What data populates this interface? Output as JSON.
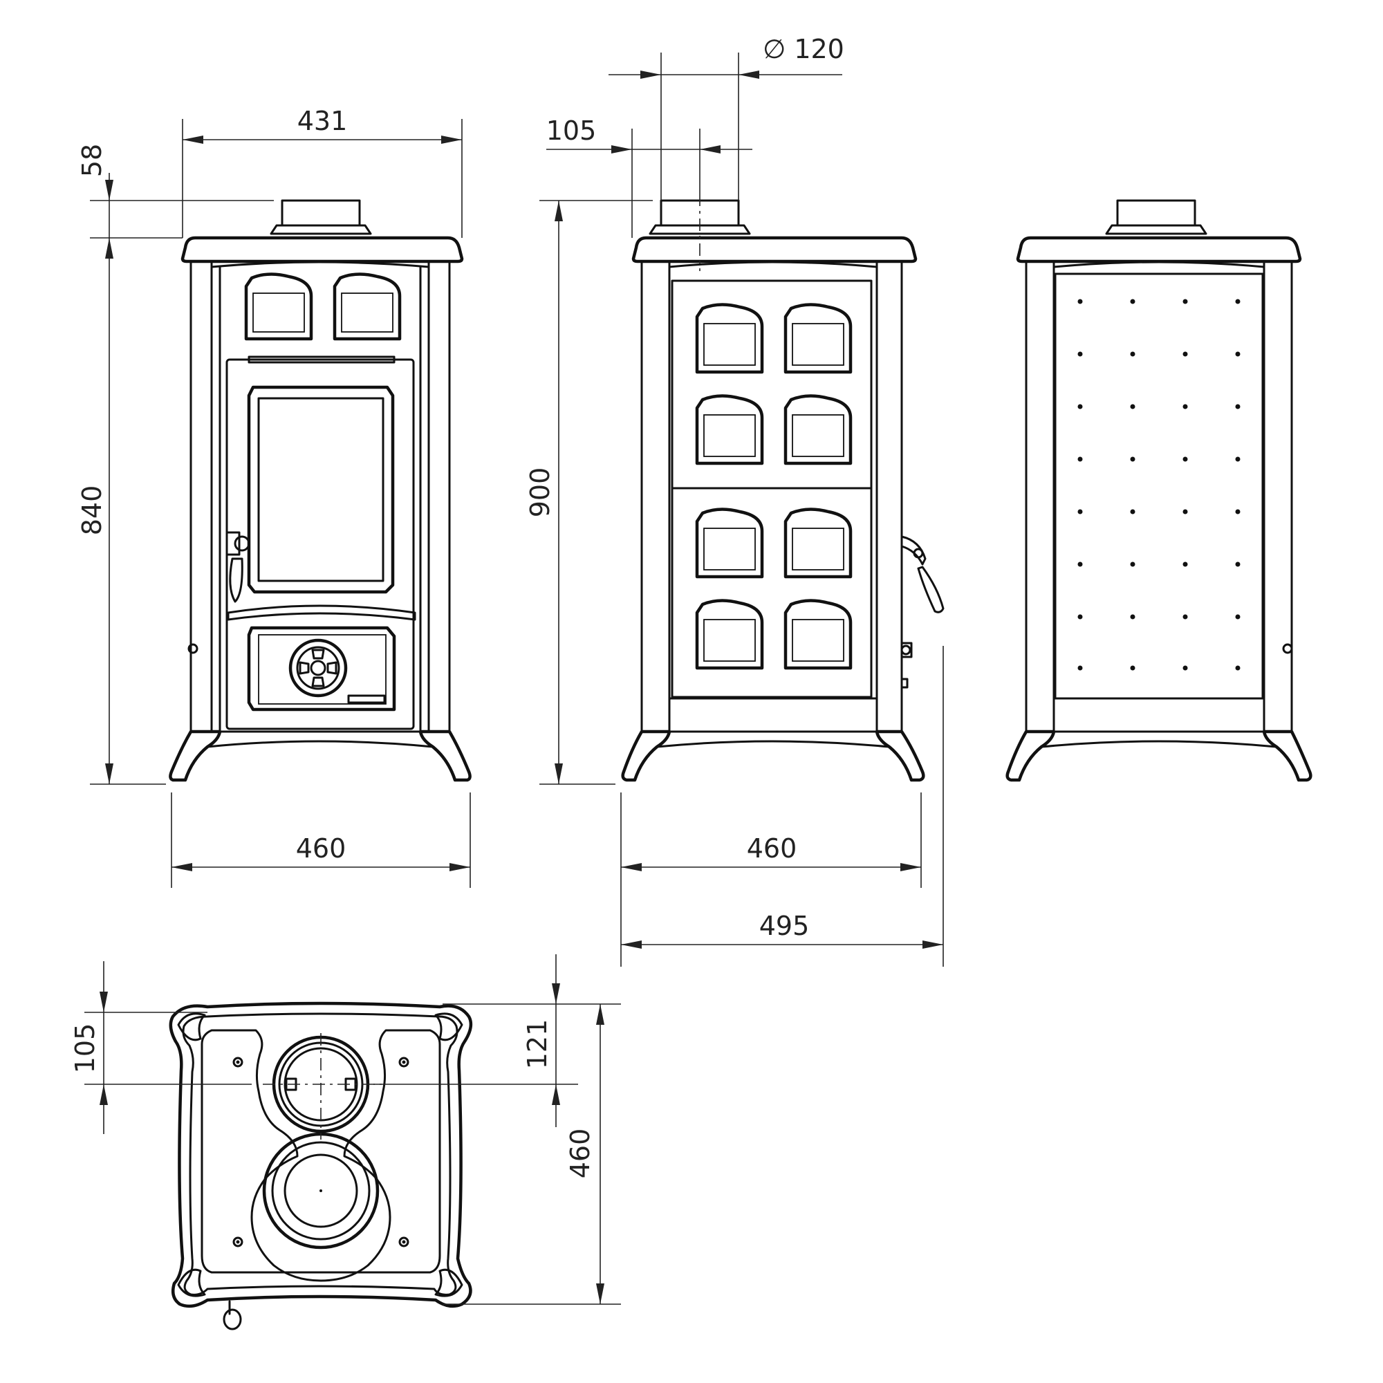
{
  "dimensions": {
    "front_width_top": "431",
    "flue_height": "58",
    "body_height": "840",
    "front_base_width": "460",
    "flue_diameter": "∅ 120",
    "flue_offset_side": "105",
    "total_height": "900",
    "side_base_width": "460",
    "side_total_depth": "495",
    "plan_flue_offset": "105",
    "plan_flue_offset_2": "121",
    "plan_depth": "460"
  },
  "colors": {
    "line": "#111111",
    "background": "#ffffff"
  }
}
